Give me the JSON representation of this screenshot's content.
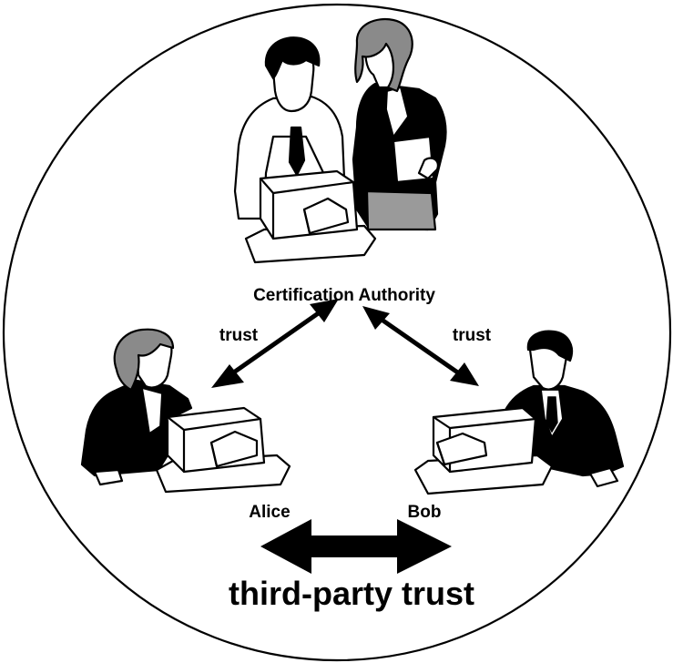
{
  "diagram": {
    "nodes": {
      "ca": {
        "label": "Certification Authority"
      },
      "alice": {
        "label": "Alice"
      },
      "bob": {
        "label": "Bob"
      }
    },
    "edges": {
      "ca_alice": {
        "label": "trust"
      },
      "ca_bob": {
        "label": "trust"
      },
      "alice_bob": {
        "label": ""
      }
    },
    "caption": "third-party trust"
  },
  "colors": {
    "ink": "#000000",
    "paper": "#ffffff",
    "hair_gray": "#8a8a8a"
  }
}
